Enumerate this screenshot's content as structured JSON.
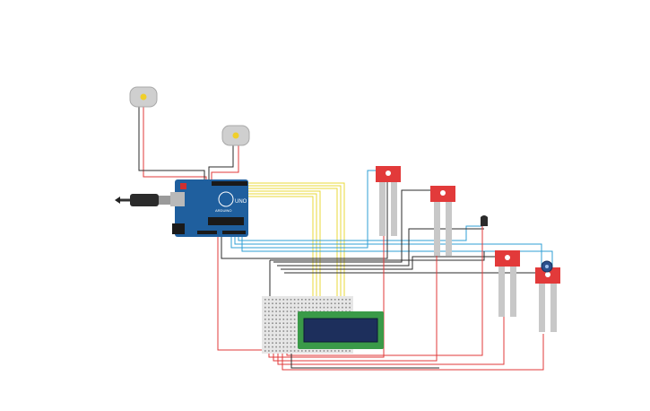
{
  "colors": {
    "background": "#ffffff",
    "wire_red": "#e03a3a",
    "wire_black": "#2b2b2b",
    "wire_yellow": "#e8d93a",
    "wire_blue": "#2f9fd6",
    "board_blue": "#1f5f9e",
    "sensor_red": "#e23a3a",
    "probe_gray": "#c8c8c8",
    "lcd_green": "#3a9a48",
    "lcd_screen": "#1d2f5c",
    "breadboard": "#e6e6e6",
    "motor_body": "#cfcfcf",
    "motor_shaft": "#f0cf2a"
  },
  "board": {
    "logo_text": "UNO",
    "brand_text": "ARDUINO"
  },
  "components": {
    "motors": [
      "motor-1",
      "motor-2"
    ],
    "soil_sensors": [
      "soil-sensor-1",
      "soil-sensor-2",
      "soil-sensor-3",
      "soil-sensor-4"
    ],
    "lcd": "lcd-16x2",
    "breadboard": "mini-breadboard",
    "temperature_sensor": "temp-sensor",
    "potentiometer": "potentiometer",
    "usb_cable": "usb-cable"
  }
}
